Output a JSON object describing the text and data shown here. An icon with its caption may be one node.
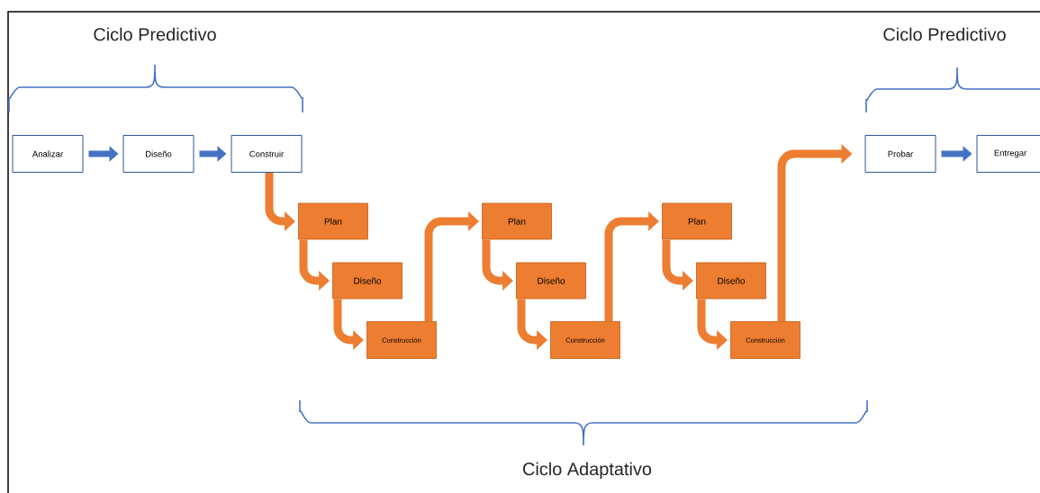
{
  "diagram": {
    "nodes": [
      {
        "text": [
          "Analizar"
        ]
      },
      {
        "text": [
          "Diseño"
        ]
      },
      {
        "text": [
          "Construir"
        ]
      },
      {
        "text": [
          "Plan"
        ]
      },
      {
        "text": [
          "Diseño"
        ]
      },
      {
        "text": [
          "Construcción"
        ]
      },
      {
        "text": [
          "Plan"
        ]
      },
      {
        "text": [
          "Diseño"
        ]
      },
      {
        "text": [
          "Construcción"
        ]
      },
      {
        "text": [
          "Plan"
        ]
      },
      {
        "text": [
          "Diseño"
        ]
      },
      {
        "text": [
          "Construcción"
        ]
      },
      {
        "text": [
          "Probar"
        ]
      },
      {
        "text": [
          "Entregar"
        ]
      }
    ],
    "edges": [
      {
        "from": 0,
        "to": 1,
        "arrow": "to",
        "color": "#4472c4"
      },
      {
        "from": 1,
        "to": 2,
        "arrow": "to",
        "color": "#4472c4"
      },
      {
        "from": 2,
        "to": 3,
        "arrow": "to"
      },
      {
        "from": 3,
        "to": 4,
        "arrow": "to"
      },
      {
        "from": 4,
        "to": 5,
        "arrow": "to"
      },
      {
        "from": 5,
        "to": 6,
        "arrow": "to"
      },
      {
        "from": 6,
        "to": 7,
        "arrow": "to"
      },
      {
        "from": 7,
        "to": 8,
        "arrow": "to"
      },
      {
        "from": 8,
        "to": 9,
        "arrow": "to"
      },
      {
        "from": 9,
        "to": 10,
        "arrow": "to"
      },
      {
        "from": 10,
        "to": 11,
        "arrow": "to"
      },
      {
        "from": 11,
        "to": 12,
        "arrow": "to"
      },
      {
        "from": 12,
        "to": 13,
        "arrow": "to",
        "color": "#4472c4"
      }
    ],
    "labels": [
      "Ciclo Predictivo",
      "Ciclo Predictivo",
      "Ciclo Adaptativo"
    ]
  }
}
